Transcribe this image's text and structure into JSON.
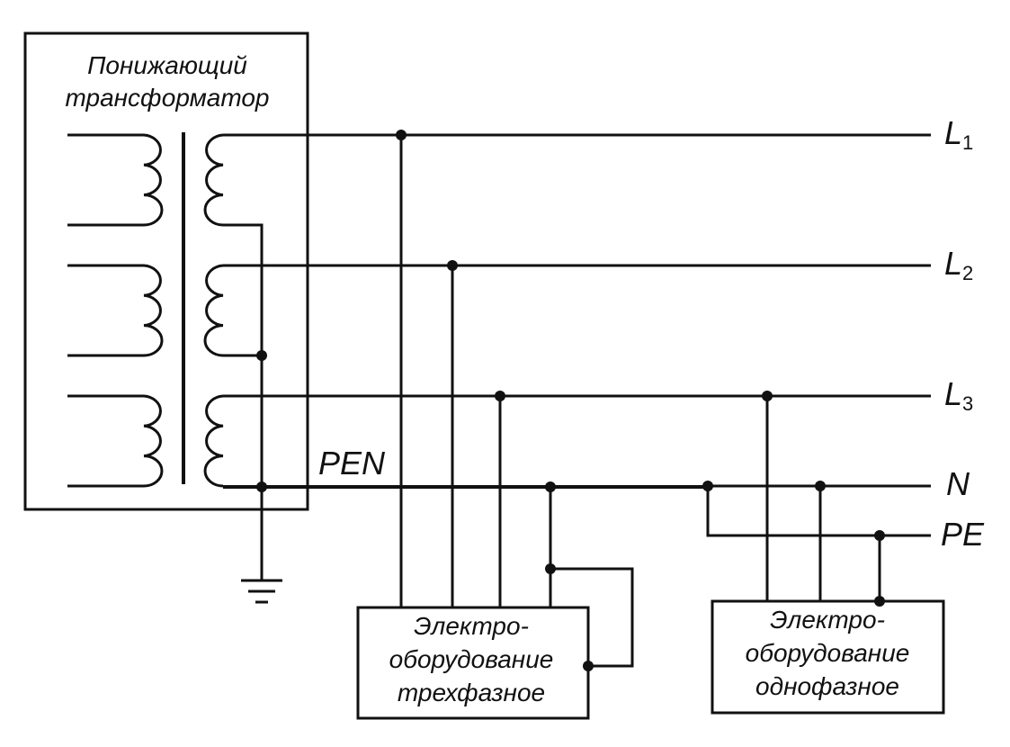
{
  "transformer": {
    "title_line1": "Понижающий",
    "title_line2": "трансформатор"
  },
  "lines": {
    "l1": {
      "letter": "L",
      "sub": "1"
    },
    "l2": {
      "letter": "L",
      "sub": "2"
    },
    "l3": {
      "letter": "L",
      "sub": "3"
    },
    "n": "N",
    "pe": "PE",
    "pen": "PEN"
  },
  "equipment_3ph": {
    "line1": "Электро-",
    "line2": "оборудование",
    "line3": "трехфазное"
  },
  "equipment_1ph": {
    "line1": "Электро-",
    "line2": "оборудование",
    "line3": "однофазное"
  },
  "icons": {
    "ground": "ground-symbol-icon",
    "junction": "junction-dot-icon"
  },
  "colors": {
    "ink": "#111111",
    "background": "#ffffff"
  }
}
